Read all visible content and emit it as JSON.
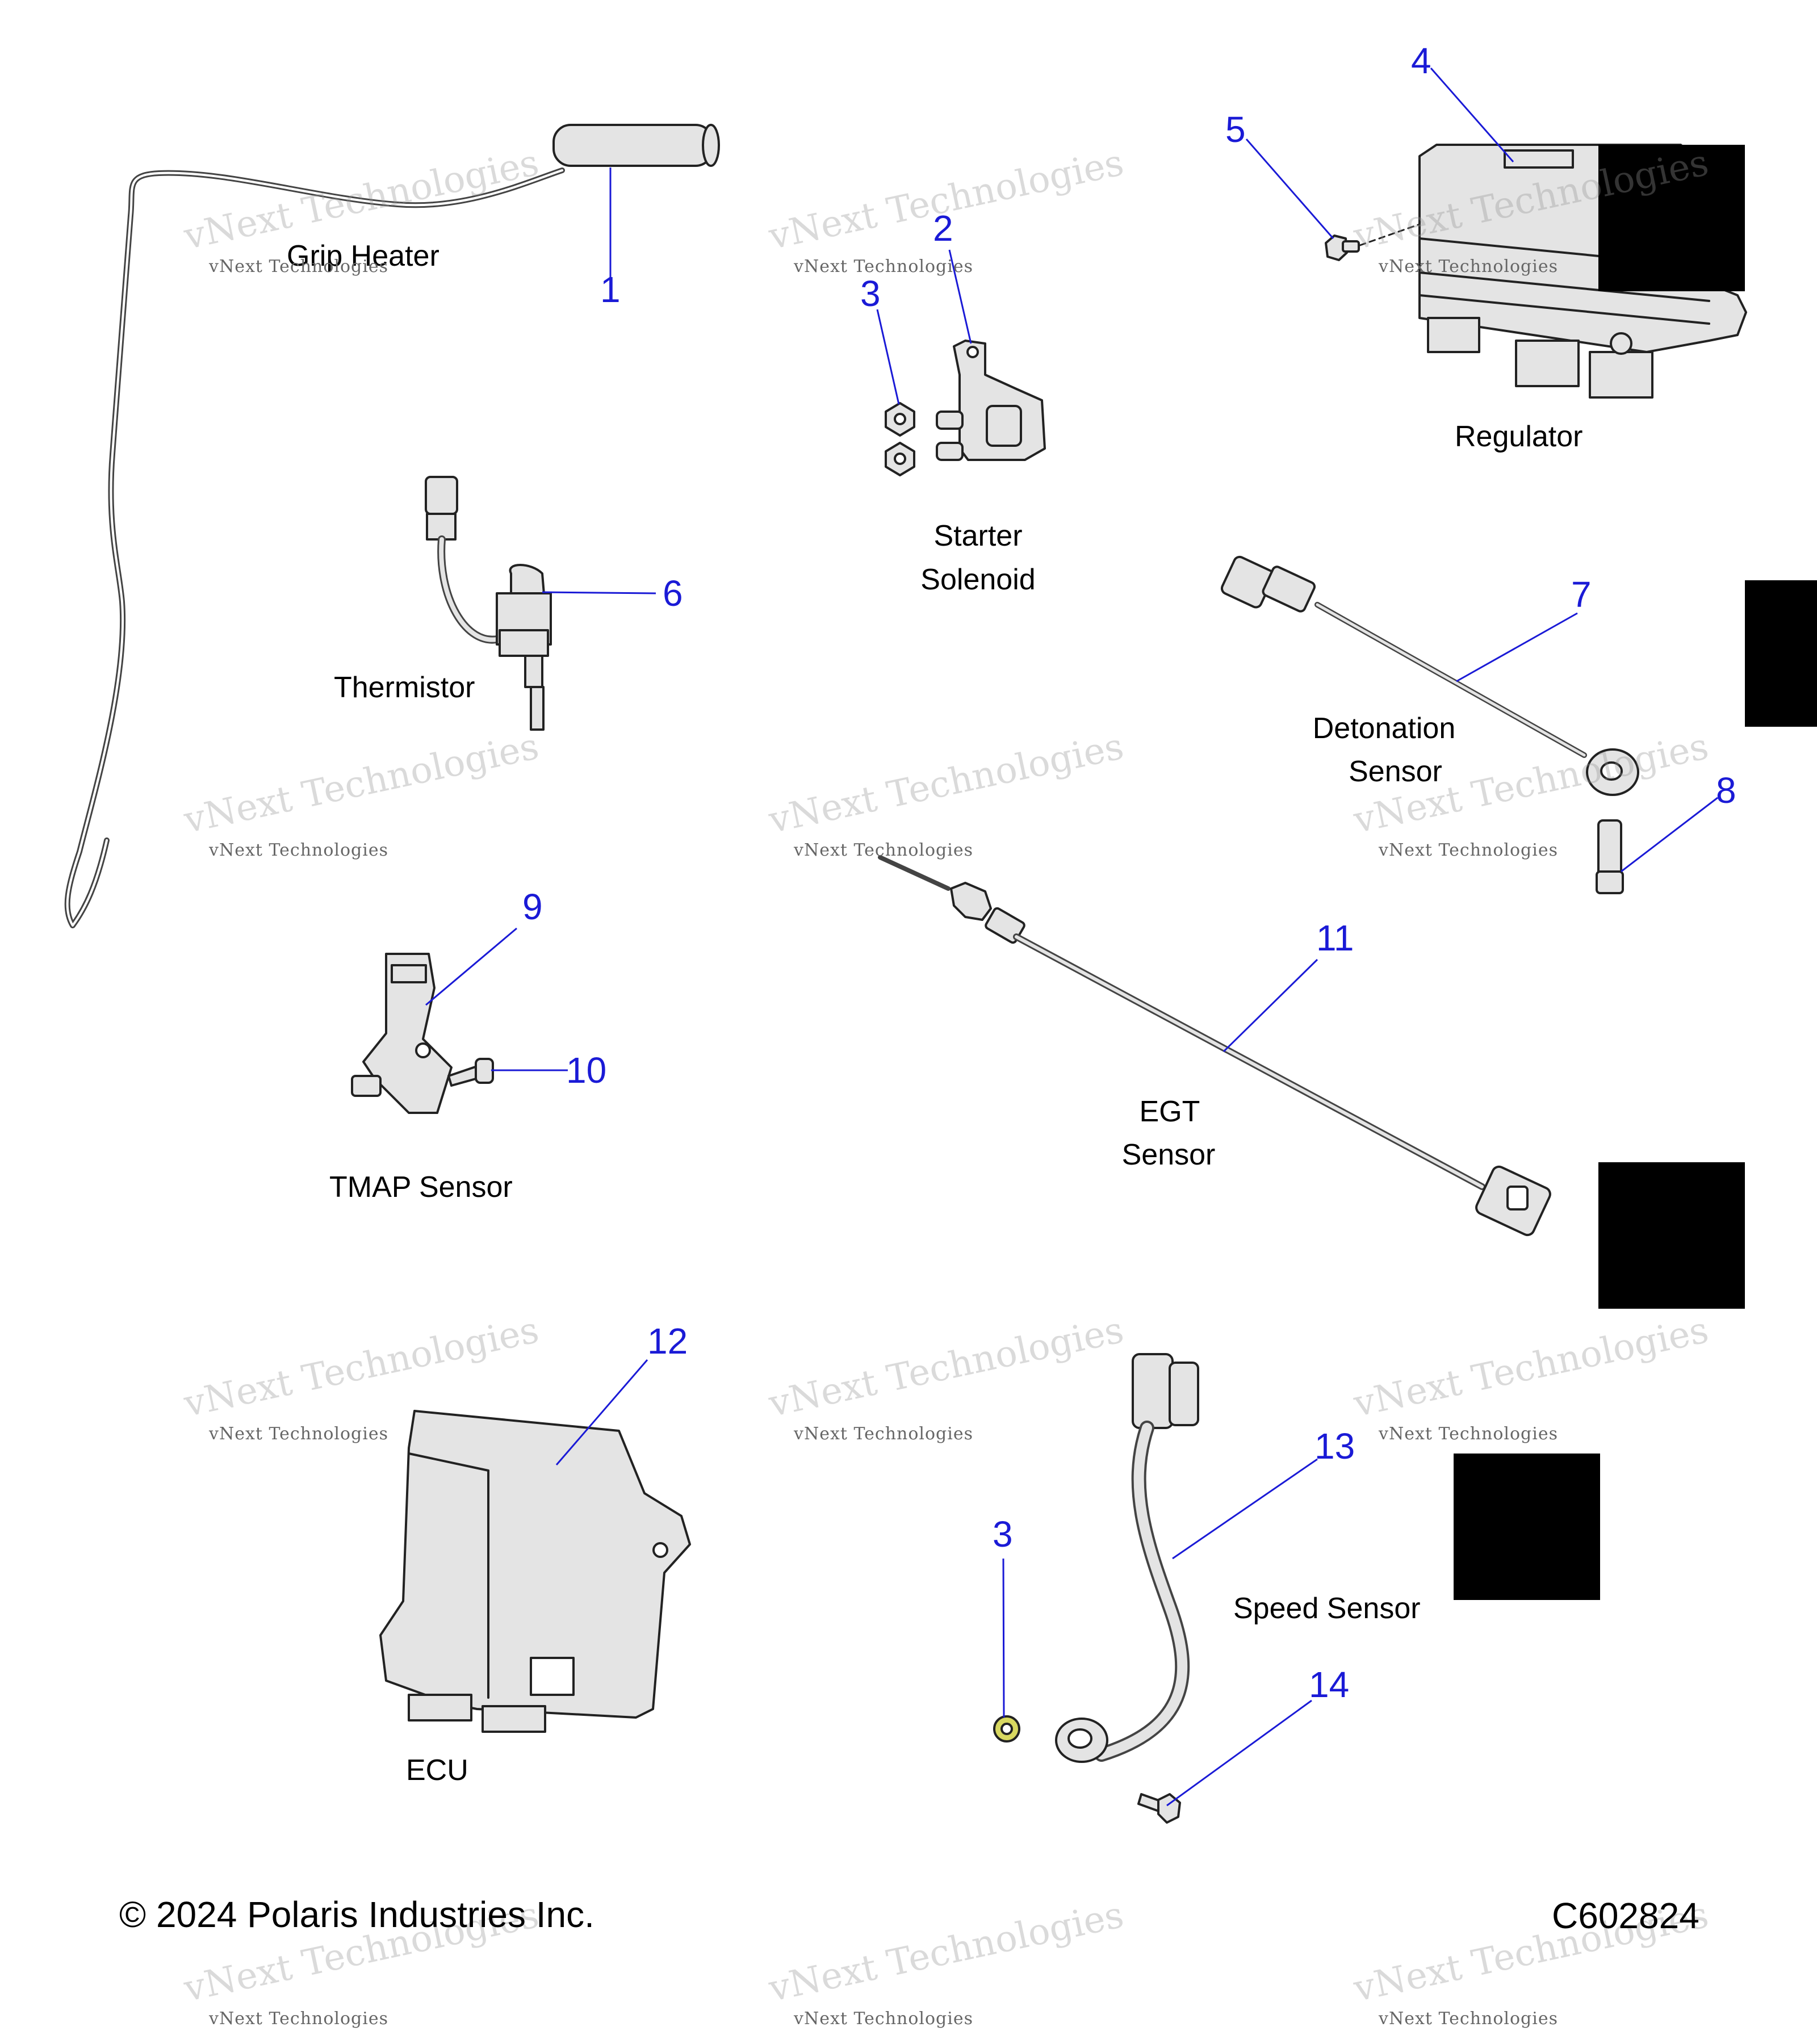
{
  "labels": {
    "grip_heater": "Grip Heater",
    "starter_solenoid_l1": "Starter",
    "starter_solenoid_l2": "Solenoid",
    "regulator": "Regulator",
    "thermistor": "Thermistor",
    "detonation_l1": "Detonation",
    "detonation_l2": "Sensor",
    "tmap": "TMAP Sensor",
    "egt_l1": "EGT",
    "egt_l2": "Sensor",
    "ecu": "ECU",
    "speed_sensor": "Speed Sensor"
  },
  "callouts": {
    "c1": "1",
    "c2": "2",
    "c3a": "3",
    "c4": "4",
    "c5": "5",
    "c6": "6",
    "c7": "7",
    "c8": "8",
    "c9": "9",
    "c10": "10",
    "c11": "11",
    "c12": "12",
    "c3b": "3",
    "c13": "13",
    "c14": "14"
  },
  "footer": {
    "copyright": "© 2024 Polaris Industries Inc.",
    "code": "C602824"
  },
  "watermark": {
    "line": "vNext Technologies",
    "big": "vNext Technologies"
  },
  "colors": {
    "callout": "#1a1ad6",
    "leader": "#1a1ad6",
    "part_fill": "#e4e4e4",
    "part_stroke": "#222222"
  }
}
